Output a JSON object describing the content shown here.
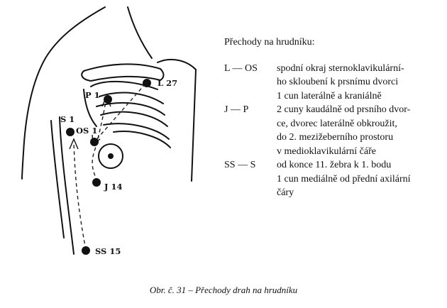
{
  "panel": {
    "title": "Přechody na hrudníku:",
    "transitions": [
      {
        "code": "L — OS",
        "lines": [
          "spodní okraj sternoklavikulární-",
          "ho skloubení k prsnímu dvorci",
          "1 cun laterálně a kraniálně"
        ]
      },
      {
        "code": "J — P",
        "lines": [
          "2 cuny kaudálně od prsního dvor-",
          "ce,  dvorec laterálně obkroužit,",
          "do 2. mezižeberního prostoru",
          "v medioklavikulární čáře"
        ]
      },
      {
        "code": "SS — S",
        "lines": [
          "od konce 11. žebra k 1. bodu",
          "1 cun mediálně od přední axilární",
          "čáry"
        ]
      }
    ]
  },
  "points": {
    "l27": "L 27",
    "p1": "P 1",
    "s1": "S 1",
    "os1": "OS 1",
    "j14": "J 14",
    "ss15": "SS 15"
  },
  "caption": "Obr. č. 31 – Přechody drah na hrudníku"
}
